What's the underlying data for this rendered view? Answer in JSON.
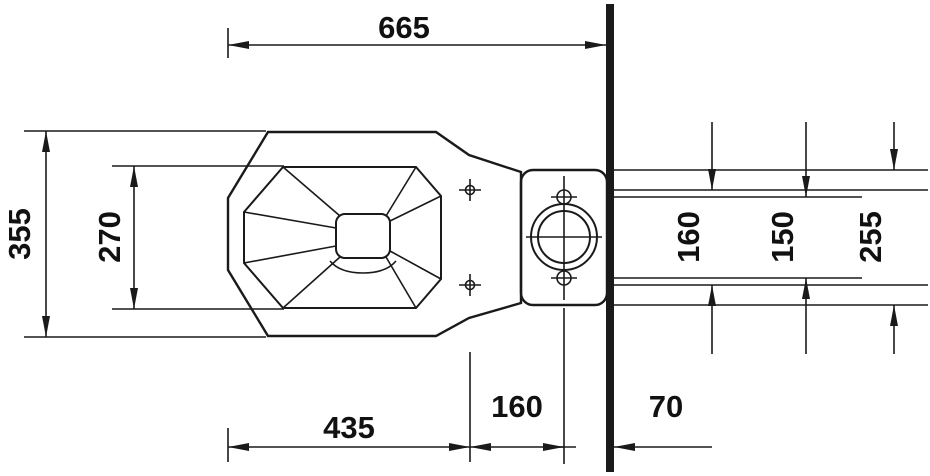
{
  "drawing": {
    "type": "technical-plan-view",
    "subject": "wall-outlet close-coupled toilet, top view dimension drawing",
    "units": "mm",
    "line_color": "#1a1a1a",
    "background_color": "#ffffff",
    "dimensions": {
      "front_to_wall": "665",
      "overall_width": "355",
      "bowl_inner_width": "270",
      "fixing_holes_spacing": "160",
      "flange_holes_spacing": "150",
      "rear_plate_width": "255",
      "front_to_fixing_holes": "435",
      "fixing_holes_to_outlet": "160",
      "outlet_to_wall": "70"
    }
  }
}
